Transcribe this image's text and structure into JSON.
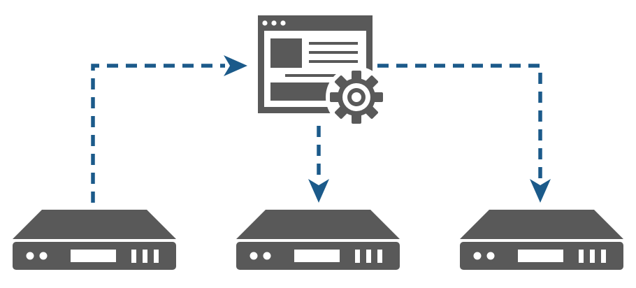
{
  "diagram": {
    "type": "config-distribution",
    "central_node": {
      "icon": "web-config-window-icon",
      "sub_icon": "gear-icon"
    },
    "nodes": [
      {
        "icon": "server-rack-icon",
        "position": "left"
      },
      {
        "icon": "server-rack-icon",
        "position": "center"
      },
      {
        "icon": "server-rack-icon",
        "position": "right"
      }
    ],
    "edges": [
      {
        "from": "server-left",
        "to": "config-window",
        "style": "dashed"
      },
      {
        "from": "config-window",
        "to": "server-center",
        "style": "dashed"
      },
      {
        "from": "config-window",
        "to": "server-right",
        "style": "dashed"
      }
    ],
    "colors": {
      "icon_gray": "#595959",
      "arrow_blue": "#1b5a8a",
      "background": "#ffffff",
      "highlight": "#ffffff"
    }
  }
}
